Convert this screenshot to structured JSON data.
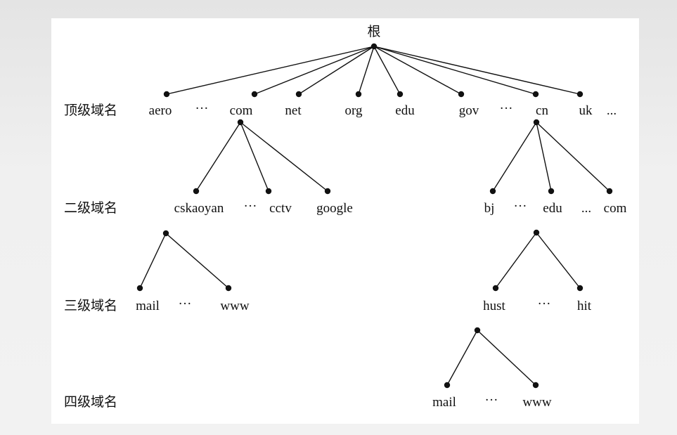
{
  "root": {
    "label": "根"
  },
  "levels": [
    {
      "id": "top",
      "label": "顶级域名"
    },
    {
      "id": "second",
      "label": "二级域名"
    },
    {
      "id": "third",
      "label": "三级域名"
    },
    {
      "id": "fourth",
      "label": "四级域名"
    }
  ],
  "top_level": {
    "aero": "aero",
    "ellipsis_1": "···",
    "com": "com",
    "net": "net",
    "org": "org",
    "edu": "edu",
    "gov": "gov",
    "ellipsis_2": "···",
    "cn": "cn",
    "uk": "uk",
    "ellipsis_3": "..."
  },
  "second_level": {
    "cskaoyan": "cskaoyan",
    "ellipsis_com": "···",
    "cctv": "cctv",
    "google": "google",
    "bj": "bj",
    "ellipsis_cn_1": "···",
    "edu": "edu",
    "ellipsis_cn_2": "...",
    "com": "com"
  },
  "third_level": {
    "mail": "mail",
    "ellipsis_cskaoyan": "···",
    "www": "www",
    "hust": "hust",
    "ellipsis_edu": "···",
    "hit": "hit"
  },
  "fourth_level": {
    "mail": "mail",
    "ellipsis_hust": "···",
    "www": "www"
  }
}
